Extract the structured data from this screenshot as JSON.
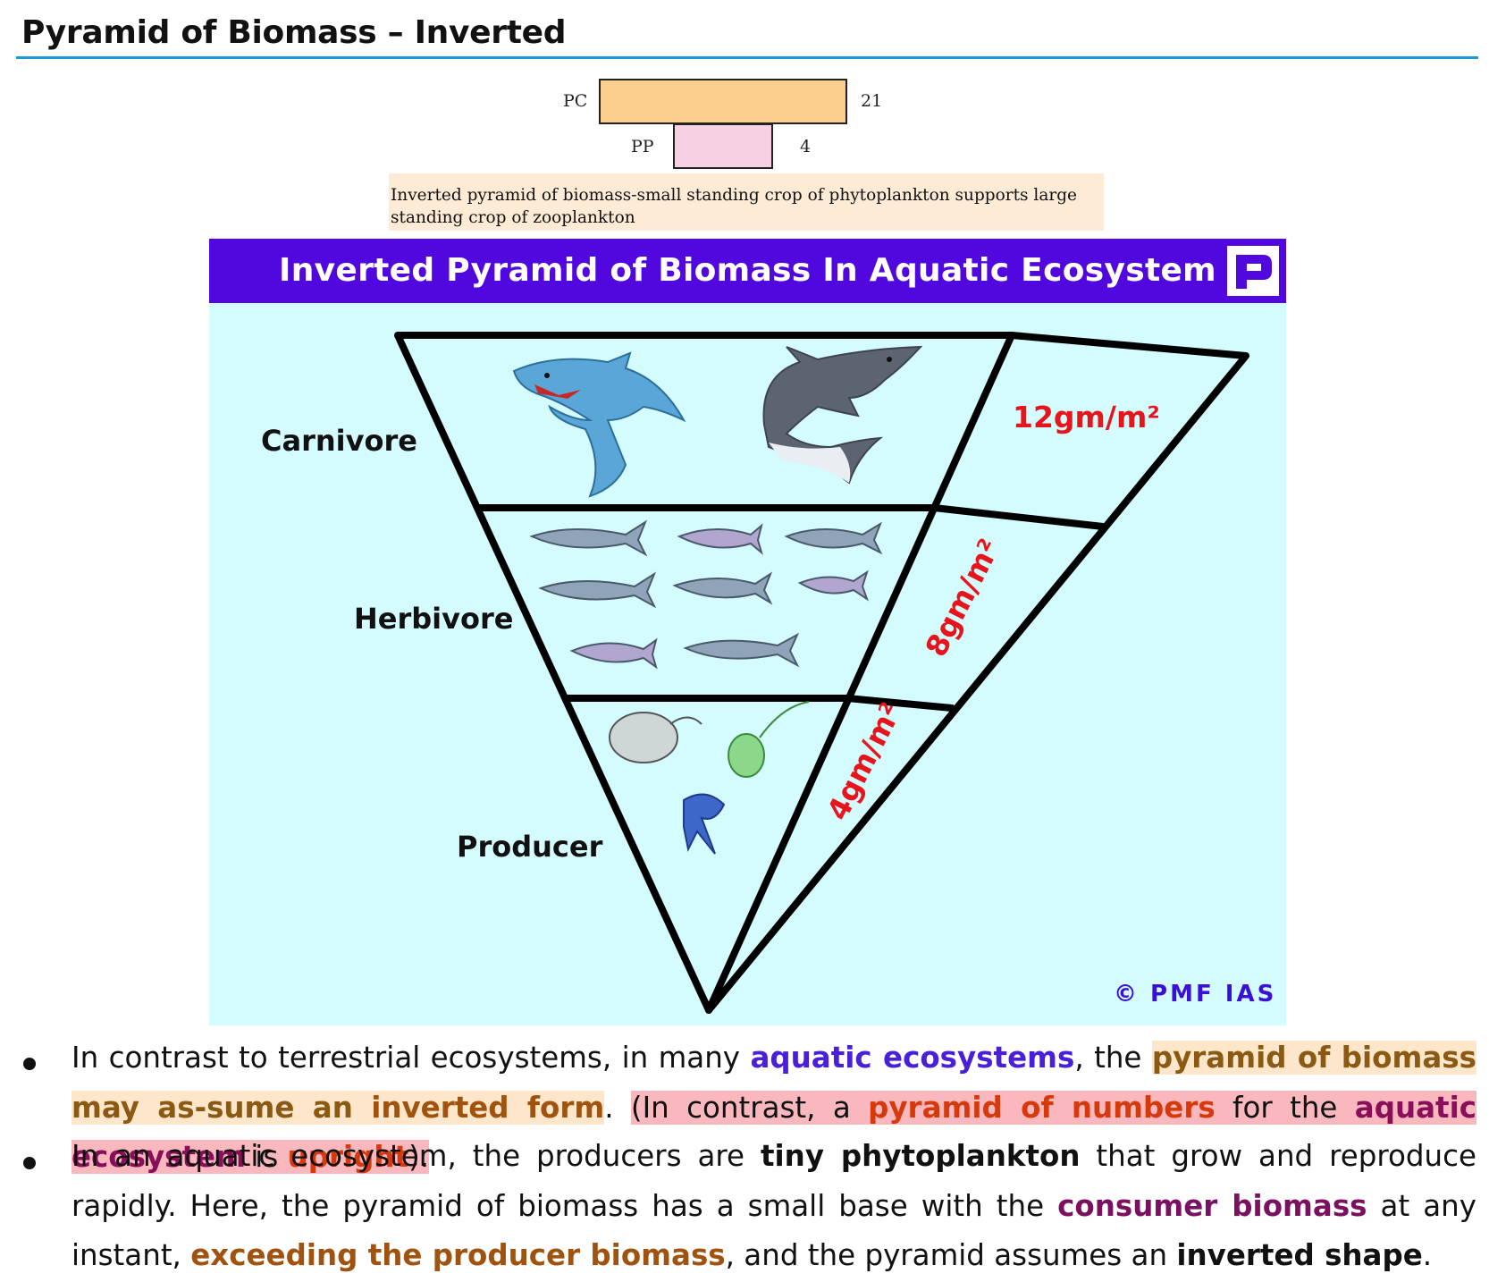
{
  "page": {
    "heading": "Pyramid of Biomass – Inverted"
  },
  "small_figure": {
    "pc_label": "PC",
    "pc_value": "21",
    "pp_label": "PP",
    "pp_value": "4",
    "pc_color": "#fdcf8e",
    "pp_color": "#f8d0e4",
    "caption_line1": "Inverted pyramid of biomass-small standing crop of phytoplankton supports large",
    "caption_line2": "standing crop of zooplankton"
  },
  "infographic": {
    "title": "Inverted Pyramid of Biomass In Aquatic Ecosystem",
    "logo_letter": "P",
    "banner_color": "#5008de",
    "background_color": "#d4fbfd",
    "tiers": [
      {
        "name": "Carnivore",
        "biomass": "12gm/m²",
        "icon": "shark-icon"
      },
      {
        "name": "Herbivore",
        "biomass": "8gm/m²",
        "icon": "fish-icon"
      },
      {
        "name": "Producer",
        "biomass": "4gm/m²",
        "icon": "plankton-icon"
      }
    ],
    "copyright": "© PMF IAS",
    "value_color": "#e8141c"
  },
  "bullets": [
    {
      "parts": [
        {
          "t": "In contrast to terrestrial ecosystems, in many ",
          "s": ""
        },
        {
          "t": "aquatic ecosystems",
          "s": "c-blue"
        },
        {
          "t": ", the ",
          "s": ""
        },
        {
          "t": "pyramid of biomass may as-sume an ",
          "s": "c-brown hl-peach"
        },
        {
          "t": "inverted form",
          "s": "c-brown2 hl-peach"
        },
        {
          "t": ". ",
          "s": ""
        },
        {
          "t": "(In contrast, a ",
          "s": "hl-pink"
        },
        {
          "t": "pyramid of numbers",
          "s": "c-red hl-pink"
        },
        {
          "t": " for the ",
          "s": "hl-pink"
        },
        {
          "t": "aquatic ecosystem",
          "s": "c-maroon hl-pink"
        },
        {
          "t": " is ",
          "s": "hl-pink"
        },
        {
          "t": "upright",
          "s": "c-red hl-pink"
        },
        {
          "t": ").",
          "s": "hl-pink"
        }
      ]
    },
    {
      "parts": [
        {
          "t": "In an aquatic ecosystem, the producers are ",
          "s": ""
        },
        {
          "t": "tiny phytoplankton",
          "s": "b"
        },
        {
          "t": " that grow and reproduce rapidly. Here, the pyramid of biomass has a small base with the ",
          "s": ""
        },
        {
          "t": "consumer biomass",
          "s": "c-purple"
        },
        {
          "t": " at any instant, ",
          "s": ""
        },
        {
          "t": "exceeding the producer biomass",
          "s": "c-brown2"
        },
        {
          "t": ", and the pyramid assumes an ",
          "s": ""
        },
        {
          "t": "inverted shape",
          "s": "b"
        },
        {
          "t": ".",
          "s": ""
        }
      ]
    }
  ]
}
